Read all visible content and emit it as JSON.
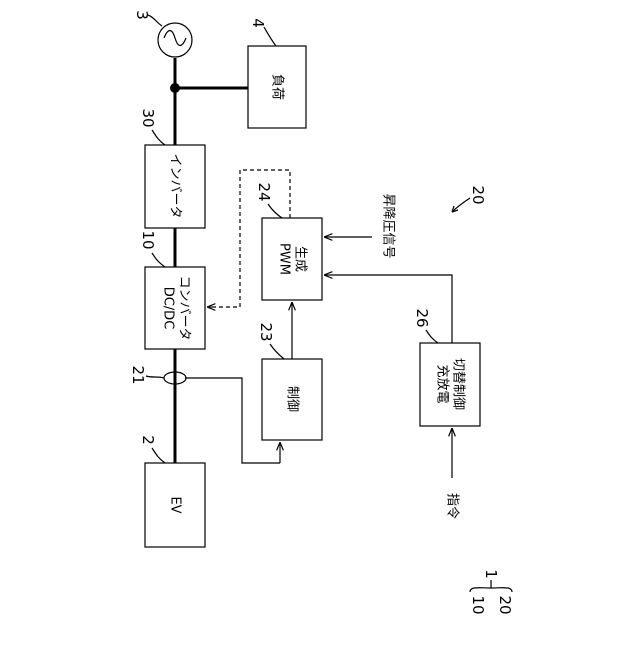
{
  "blocks": {
    "ev": "EV",
    "dcdc_line1": "DC/DC",
    "dcdc_line2": "コンバータ",
    "inverter": "インバータ",
    "load": "負荷",
    "pwm_line1": "PWM",
    "pwm_line2": "生成",
    "control": "制御",
    "switch_line1": "充放電",
    "switch_line2": "切替制御"
  },
  "signals": {
    "boost_buck": "昇降圧信号",
    "command": "指令"
  },
  "refs": {
    "ev": "2",
    "grid": "3",
    "load": "4",
    "dcdc": "10",
    "system": "20",
    "sensor": "21",
    "control": "23",
    "pwm": "24",
    "switch": "26",
    "inverter": "30",
    "legend_a": "10",
    "legend_b": "20",
    "legend_total": "1"
  }
}
